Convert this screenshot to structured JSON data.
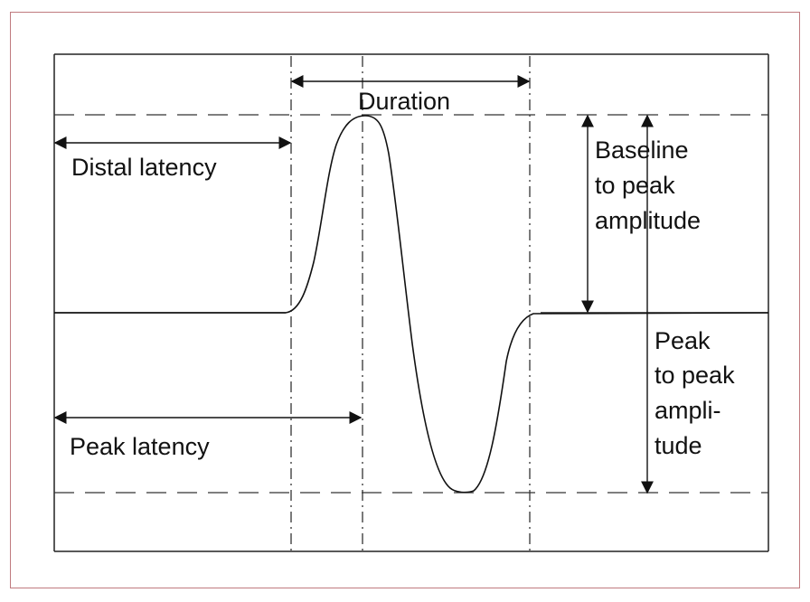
{
  "colors": {
    "frame_border": "#c07a7f",
    "ink": "#111111",
    "background": "#ffffff"
  },
  "labels": {
    "duration": "Duration",
    "distal_latency": "Distal latency",
    "peak_latency": "Peak latency",
    "baseline_to_peak": [
      "Baseline",
      "to peak",
      "amplitude"
    ],
    "peak_to_peak": [
      "Peak",
      "to peak",
      "ampli-",
      "tude"
    ]
  }
}
